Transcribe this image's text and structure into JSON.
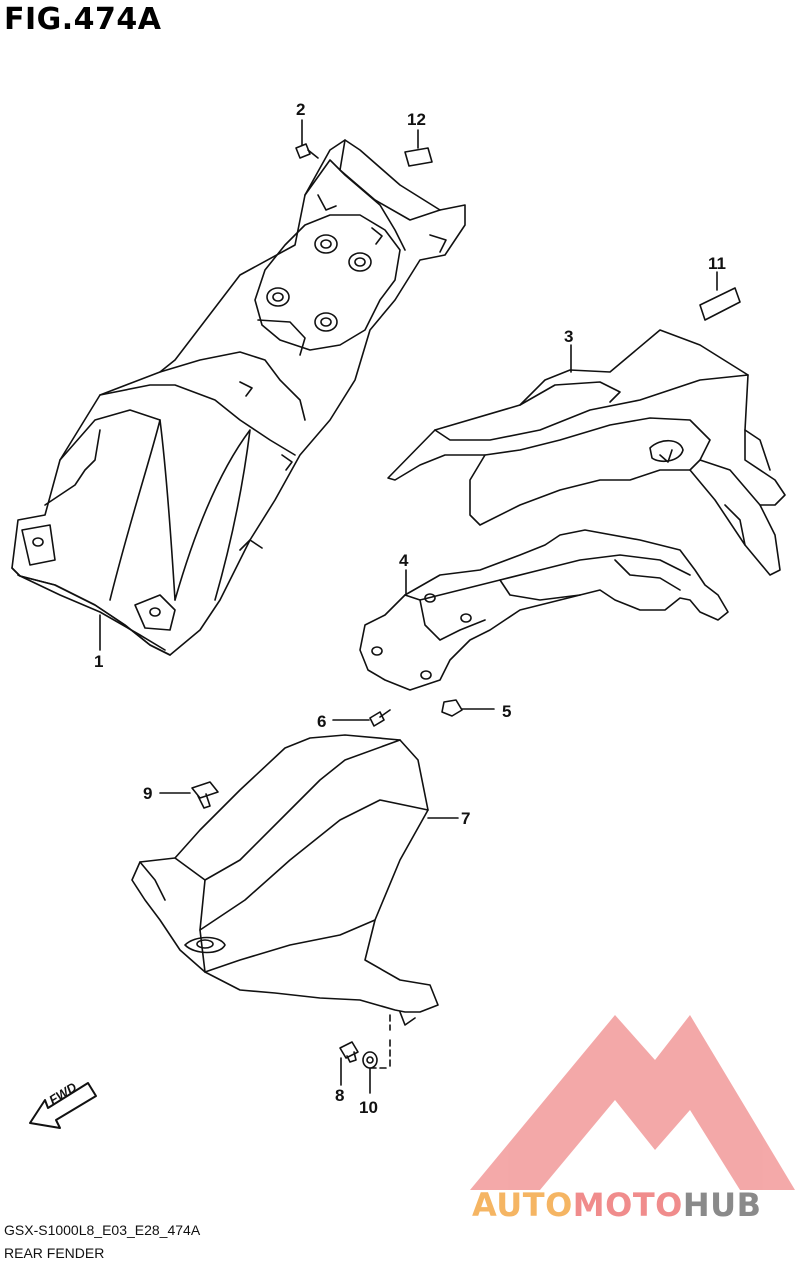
{
  "figure": {
    "title": "FIG.474A",
    "model_code": "GSX-S1000L8_E03_E28_474A",
    "section_name": "REAR FENDER"
  },
  "callouts": [
    {
      "id": "1",
      "label": "1"
    },
    {
      "id": "2",
      "label": "2"
    },
    {
      "id": "3",
      "label": "3"
    },
    {
      "id": "4",
      "label": "4"
    },
    {
      "id": "5",
      "label": "5"
    },
    {
      "id": "6",
      "label": "6"
    },
    {
      "id": "7",
      "label": "7"
    },
    {
      "id": "8",
      "label": "8"
    },
    {
      "id": "9",
      "label": "9"
    },
    {
      "id": "10",
      "label": "10"
    },
    {
      "id": "11",
      "label": "11"
    },
    {
      "id": "12",
      "label": "12"
    }
  ],
  "direction_arrow": {
    "label": "FWD",
    "icon": "arrow-left-down-icon"
  },
  "watermark": {
    "part1": "AUTO",
    "part2": "MOTO",
    "part3": "HUB",
    "color_orange": "#f5b563",
    "color_pink": "#f08c8c",
    "color_gray": "#8a8a8a",
    "logo_icon": "triangle-logo-icon"
  },
  "colors": {
    "line": "#111111",
    "background": "#ffffff"
  }
}
